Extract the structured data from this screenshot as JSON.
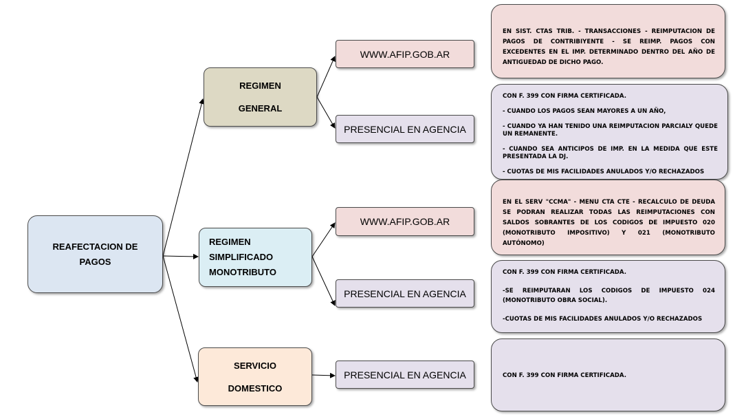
{
  "root": {
    "line1": "REAFECTACION DE",
    "line2": "PAGOS"
  },
  "categories": {
    "general": {
      "line1": "REGIMEN",
      "line2": "GENERAL"
    },
    "simplificado": {
      "line1": "REGIMEN",
      "line2": "SIMPLIFICADO",
      "line3": "MONOTRIBUTO"
    },
    "domestico": {
      "line1": "SERVICIO",
      "line2": "DOMESTICO"
    }
  },
  "methods": {
    "general_web": "WWW.AFIP.GOB.AR",
    "general_agency": "PRESENCIAL EN AGENCIA",
    "simp_web": "WWW.AFIP.GOB.AR",
    "simp_agency": "PRESENCIAL EN AGENCIA",
    "dom_agency": "PRESENCIAL EN AGENCIA"
  },
  "details": {
    "general_web": "EN SIST. CTAS TRIB. - TRANSACCIONES - REIMPUTACION DE PAGOS DE CONTRIBIYENTE - SE REIMP. PAGOS CON EXCEDENTES EN EL IMP. DETERMINADO DENTRO DEL AÑO DE ANTIGUEDAD DE DICHO PAGO.",
    "general_agency": {
      "p1": "CON F. 399 CON FIRMA CERTIFICADA.",
      "p2": "- CUANDO LOS PAGOS SEAN MAYORES A UN AÑO,",
      "p3": "- CUANDO YA HAN TENIDO UNA REIMPUTACION PARCIALY QUEDE UN REMANENTE.",
      "p4": "- CUANDO SEA ANTICIPOS DE IMP. EN LA MEDIDA QUE ESTE PRESENTADA LA DJ.",
      "p5": "- CUOTAS DE MIS FACILIDADES ANULADOS Y/O RECHAZADOS"
    },
    "simp_web": "EN EL SERV \"CCMA\" - MENU CTA CTE - RECALCULO DE DEUDA SE PODRAN REALIZAR TODAS LAS REIMPUTACIONES CON SALDOS SOBRANTES DE LOS CODIGOS DE IMPUESTO 020 (MONOTRIBUTO IMPOSITIVO) Y 021 (MONOTRIBUTO AUTÓNOMO)",
    "simp_agency": {
      "p1": "CON F. 399 CON FIRMA CERTIFICADA.",
      "p2": "-SE REIMPUTARAN LOS CODIGOS DE IMPUESTO 024 (MONOTRIBUTO OBRA SOCIAL).",
      "p3": "-CUOTAS DE MIS FACILIDADES ANULADOS Y/O RECHAZADOS"
    },
    "dom_agency": "CON F. 399 CON FIRMA CERTIFICADA."
  },
  "colors": {
    "root": "#dce6f2",
    "general": "#ddd9c4",
    "simplificado": "#dbeef4",
    "domestico": "#fde9d9",
    "web": "#f2dcdb",
    "agency": "#e5e0ec"
  }
}
